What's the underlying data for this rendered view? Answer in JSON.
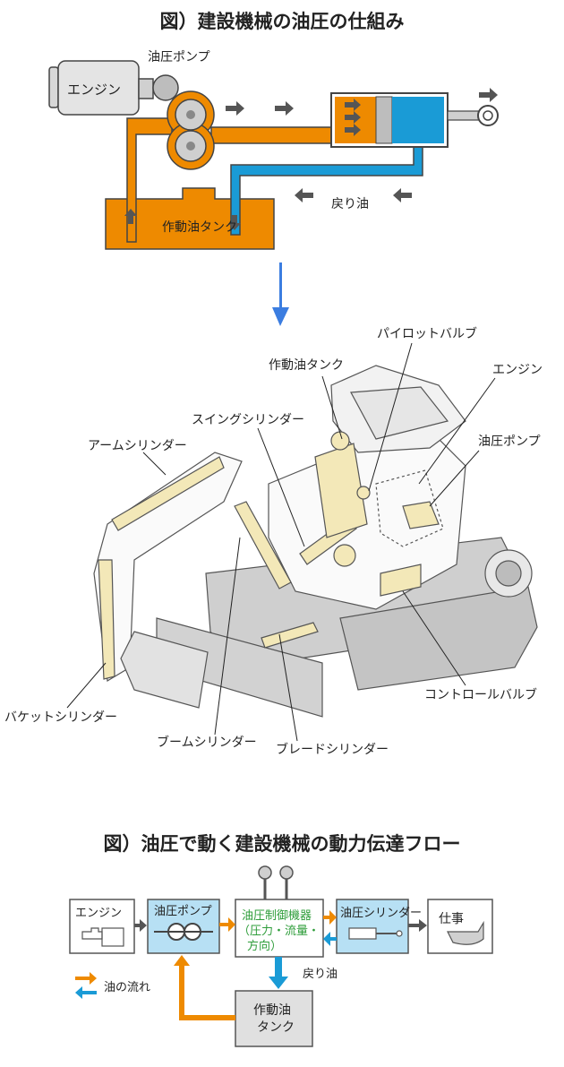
{
  "titles": {
    "top": "図）建設機械の油圧の仕組み",
    "bottom": "図）油圧で動く建設機械の動力伝達フロー"
  },
  "top_diagram": {
    "engine": "エンジン",
    "pump": "油圧ポンプ",
    "tank": "作動油タンク",
    "return_oil": "戻り油"
  },
  "excavator": {
    "hydraulic_tank": "作動油タンク",
    "pilot_valve": "パイロットバルブ",
    "engine": "エンジン",
    "swing_cylinder": "スイングシリンダー",
    "arm_cylinder": "アームシリンダー",
    "hydraulic_pump": "油圧ポンプ",
    "bucket_cylinder": "バケットシリンダー",
    "control_valve": "コントロールバルブ",
    "boom_cylinder": "ブームシリンダー",
    "blade_cylinder": "ブレードシリンダー"
  },
  "flow": {
    "engine": "エンジン",
    "pump": "油圧ポンプ",
    "control_line1": "油圧制御機器",
    "control_line2": "（圧力・流量・",
    "control_line3": "方向）",
    "cylinder": "油圧シリンダー",
    "work": "仕事",
    "return_oil": "戻り油",
    "legend": "油の流れ",
    "tank_line1": "作動油",
    "tank_line2": "タンク"
  },
  "colors": {
    "orange": "#ee8a00",
    "blue": "#1a9bd6",
    "light_blue": "#b7e0f4",
    "green_text": "#2e9d3a",
    "arrow_blue": "#3b7de0"
  }
}
